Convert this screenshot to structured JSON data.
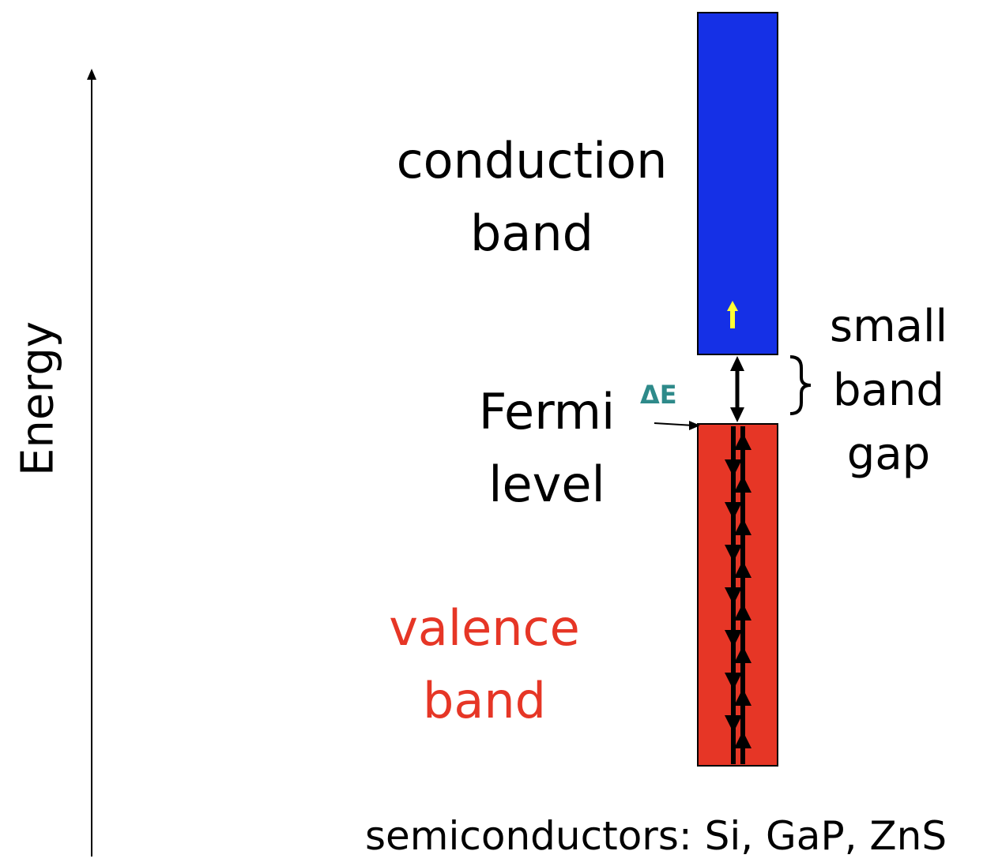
{
  "labels": {
    "energy": "Energy",
    "conduction_band": [
      "conduction",
      "band"
    ],
    "fermi_level": [
      "Fermi",
      "level"
    ],
    "valence_band": [
      "valence",
      "band"
    ],
    "band_gap": [
      "small",
      "band",
      "gap"
    ],
    "delta_e": "ΔE",
    "footer": "semiconductors:  Si, GaP, ZnS"
  },
  "colors": {
    "conduction_band_fill": "#1530e6",
    "valence_band_fill": "#e63626",
    "valence_label_text": "#e63626",
    "delta_e_text": "#2e8a8a",
    "excited_electron_arrow": "#ffff33",
    "line": "#000000",
    "background": "#ffffff"
  },
  "icons": {
    "energy_axis": "up-arrow",
    "excited_electron": "yellow-up-arrow",
    "band_gap_marker": "double-headed-arrow",
    "band_gap_brace": "right-curly-brace",
    "fermi_pointer": "right-arrow",
    "electron_spin_pairs": "up-down-arrow-pairs"
  }
}
